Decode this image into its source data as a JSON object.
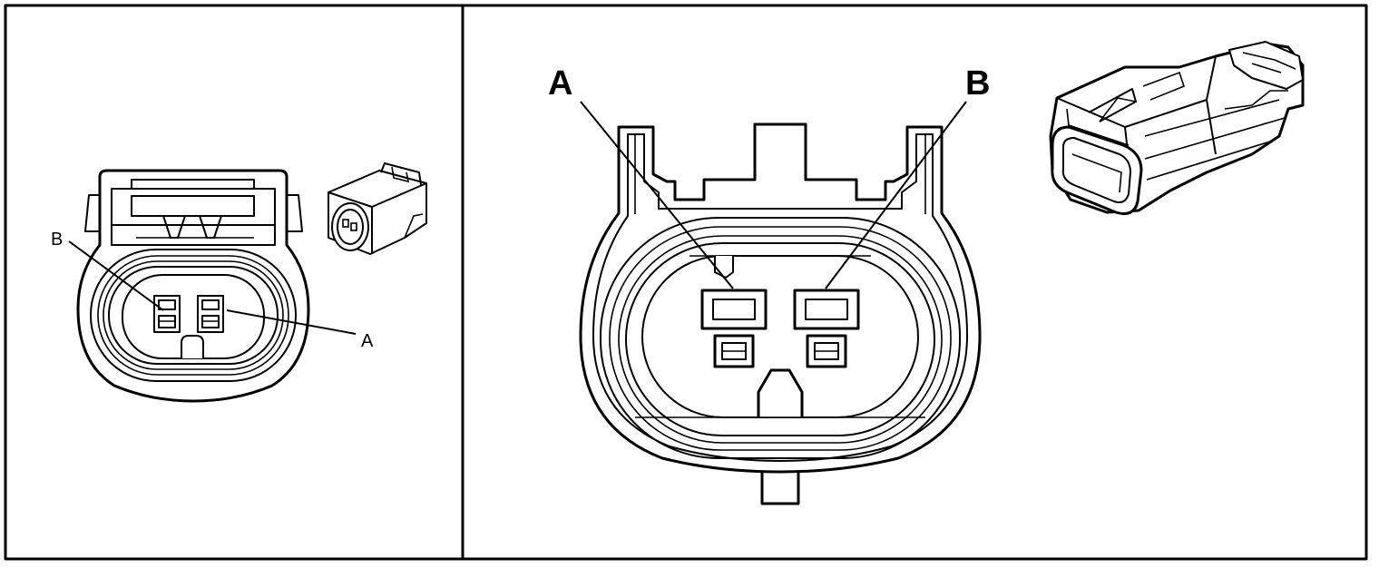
{
  "left_panel": {
    "pin_labels": {
      "pin_a": "A",
      "pin_b": "B"
    }
  },
  "right_panel": {
    "pin_labels": {
      "pin_a": "A",
      "pin_b": "B"
    }
  }
}
